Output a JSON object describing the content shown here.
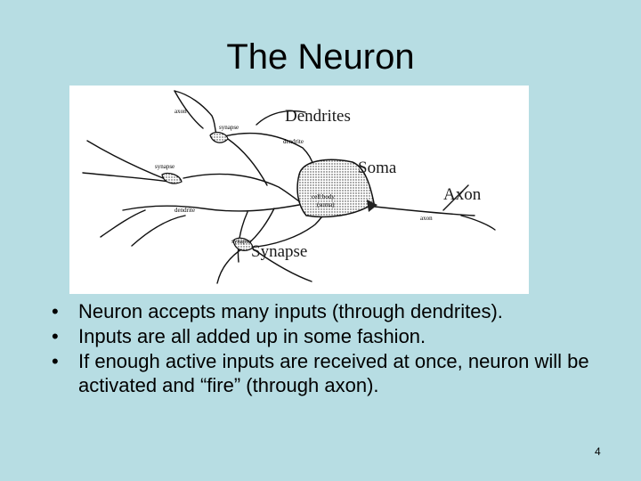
{
  "slide": {
    "title": "The Neuron",
    "page_number": "4"
  },
  "figure": {
    "labels": {
      "dendrites": "Dendrites",
      "soma": "Soma",
      "axon": "Axon",
      "synapse": "Synapse"
    },
    "small_labels": {
      "axon_top": "axon",
      "synapse_top": "synapse",
      "dendrite": "dendrite",
      "synapse_left": "synapse",
      "cell_body_line1": "cell body",
      "cell_body_line2": "(soma)",
      "dendrite_lower": "dendrite",
      "synapse_bottom": "synapse",
      "axon_right": "axon"
    }
  },
  "bullets": [
    "Neuron accepts many inputs (through dendrites).",
    "Inputs are all added up in some fashion.",
    "If enough active inputs are received at once, neuron will be activated and “fire” (through axon)."
  ],
  "bullet_symbol": "•"
}
